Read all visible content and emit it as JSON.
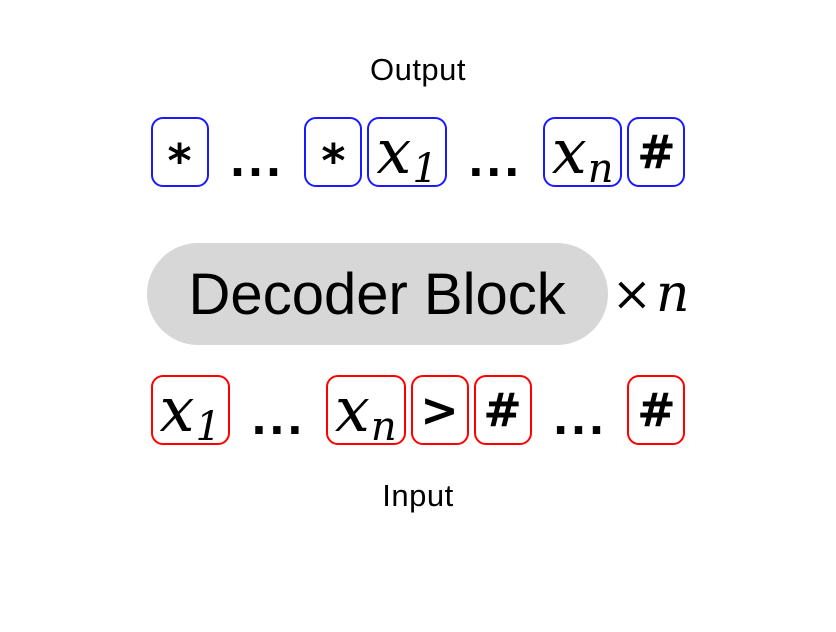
{
  "labels": {
    "output": "Output",
    "input": "Input"
  },
  "decoder": {
    "label": "Decoder Block",
    "times_symbol": "×",
    "repeat_variable": "n",
    "pill_color": "#d7d7d7"
  },
  "output_row": {
    "border_color": "#1a1aff",
    "tokens": [
      {
        "type": "box",
        "name": "asterisk-token",
        "text": "*",
        "style": "sym"
      },
      {
        "type": "ellipsis",
        "name": "ellipsis",
        "text": "..."
      },
      {
        "type": "box",
        "name": "asterisk-token",
        "text": "*",
        "style": "sym"
      },
      {
        "type": "box",
        "name": "x1-token",
        "text": "x",
        "sub": "1",
        "style": "math"
      },
      {
        "type": "ellipsis",
        "name": "ellipsis",
        "text": "..."
      },
      {
        "type": "box",
        "name": "xn-token",
        "text": "x",
        "sub": "n",
        "style": "math"
      },
      {
        "type": "box",
        "name": "hash-token",
        "text": "#",
        "style": "sym"
      }
    ]
  },
  "input_row": {
    "border_color": "#ff0000",
    "tokens": [
      {
        "type": "box",
        "name": "x1-token",
        "text": "x",
        "sub": "1",
        "style": "math"
      },
      {
        "type": "ellipsis",
        "name": "ellipsis",
        "text": "..."
      },
      {
        "type": "box",
        "name": "xn-token",
        "text": "x",
        "sub": "n",
        "style": "math"
      },
      {
        "type": "box",
        "name": "greater-than-token",
        "text": ">",
        "style": "sym"
      },
      {
        "type": "box",
        "name": "hash-token",
        "text": "#",
        "style": "sym"
      },
      {
        "type": "ellipsis",
        "name": "ellipsis",
        "text": "..."
      },
      {
        "type": "box",
        "name": "hash-token",
        "text": "#",
        "style": "sym"
      }
    ]
  }
}
